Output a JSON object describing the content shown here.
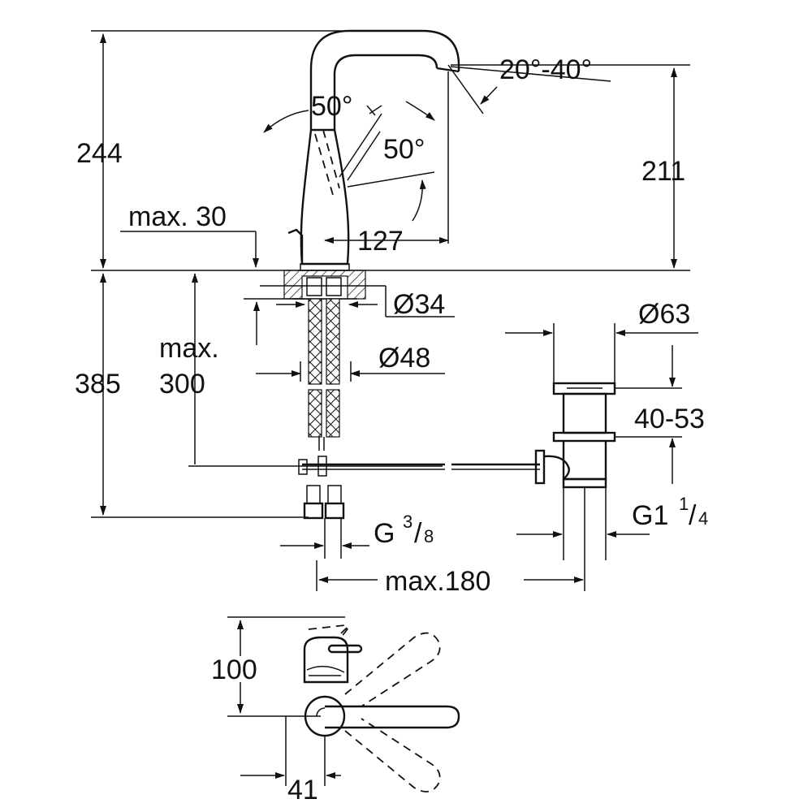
{
  "drawing": {
    "labels": {
      "h244": "244",
      "h211": "211",
      "h385": "385",
      "max30": "max. 30",
      "max300_a": "max.",
      "max300_b": "300",
      "d127": "127",
      "angle_handle": "50°",
      "angle_lever": "50°",
      "angle_spout": "20°-40°",
      "d34": "Ø34",
      "d48": "Ø48",
      "d63": "Ø63",
      "range_4053": "40-53",
      "g38_main": "G",
      "g38_num": "3",
      "g38_slash": "/",
      "g38_den": "8",
      "g114_main": "G1",
      "g114_num": "1",
      "g114_slash": "/",
      "g114_den": "4",
      "max180": "max.180",
      "h100": "100",
      "w41": "41"
    }
  }
}
